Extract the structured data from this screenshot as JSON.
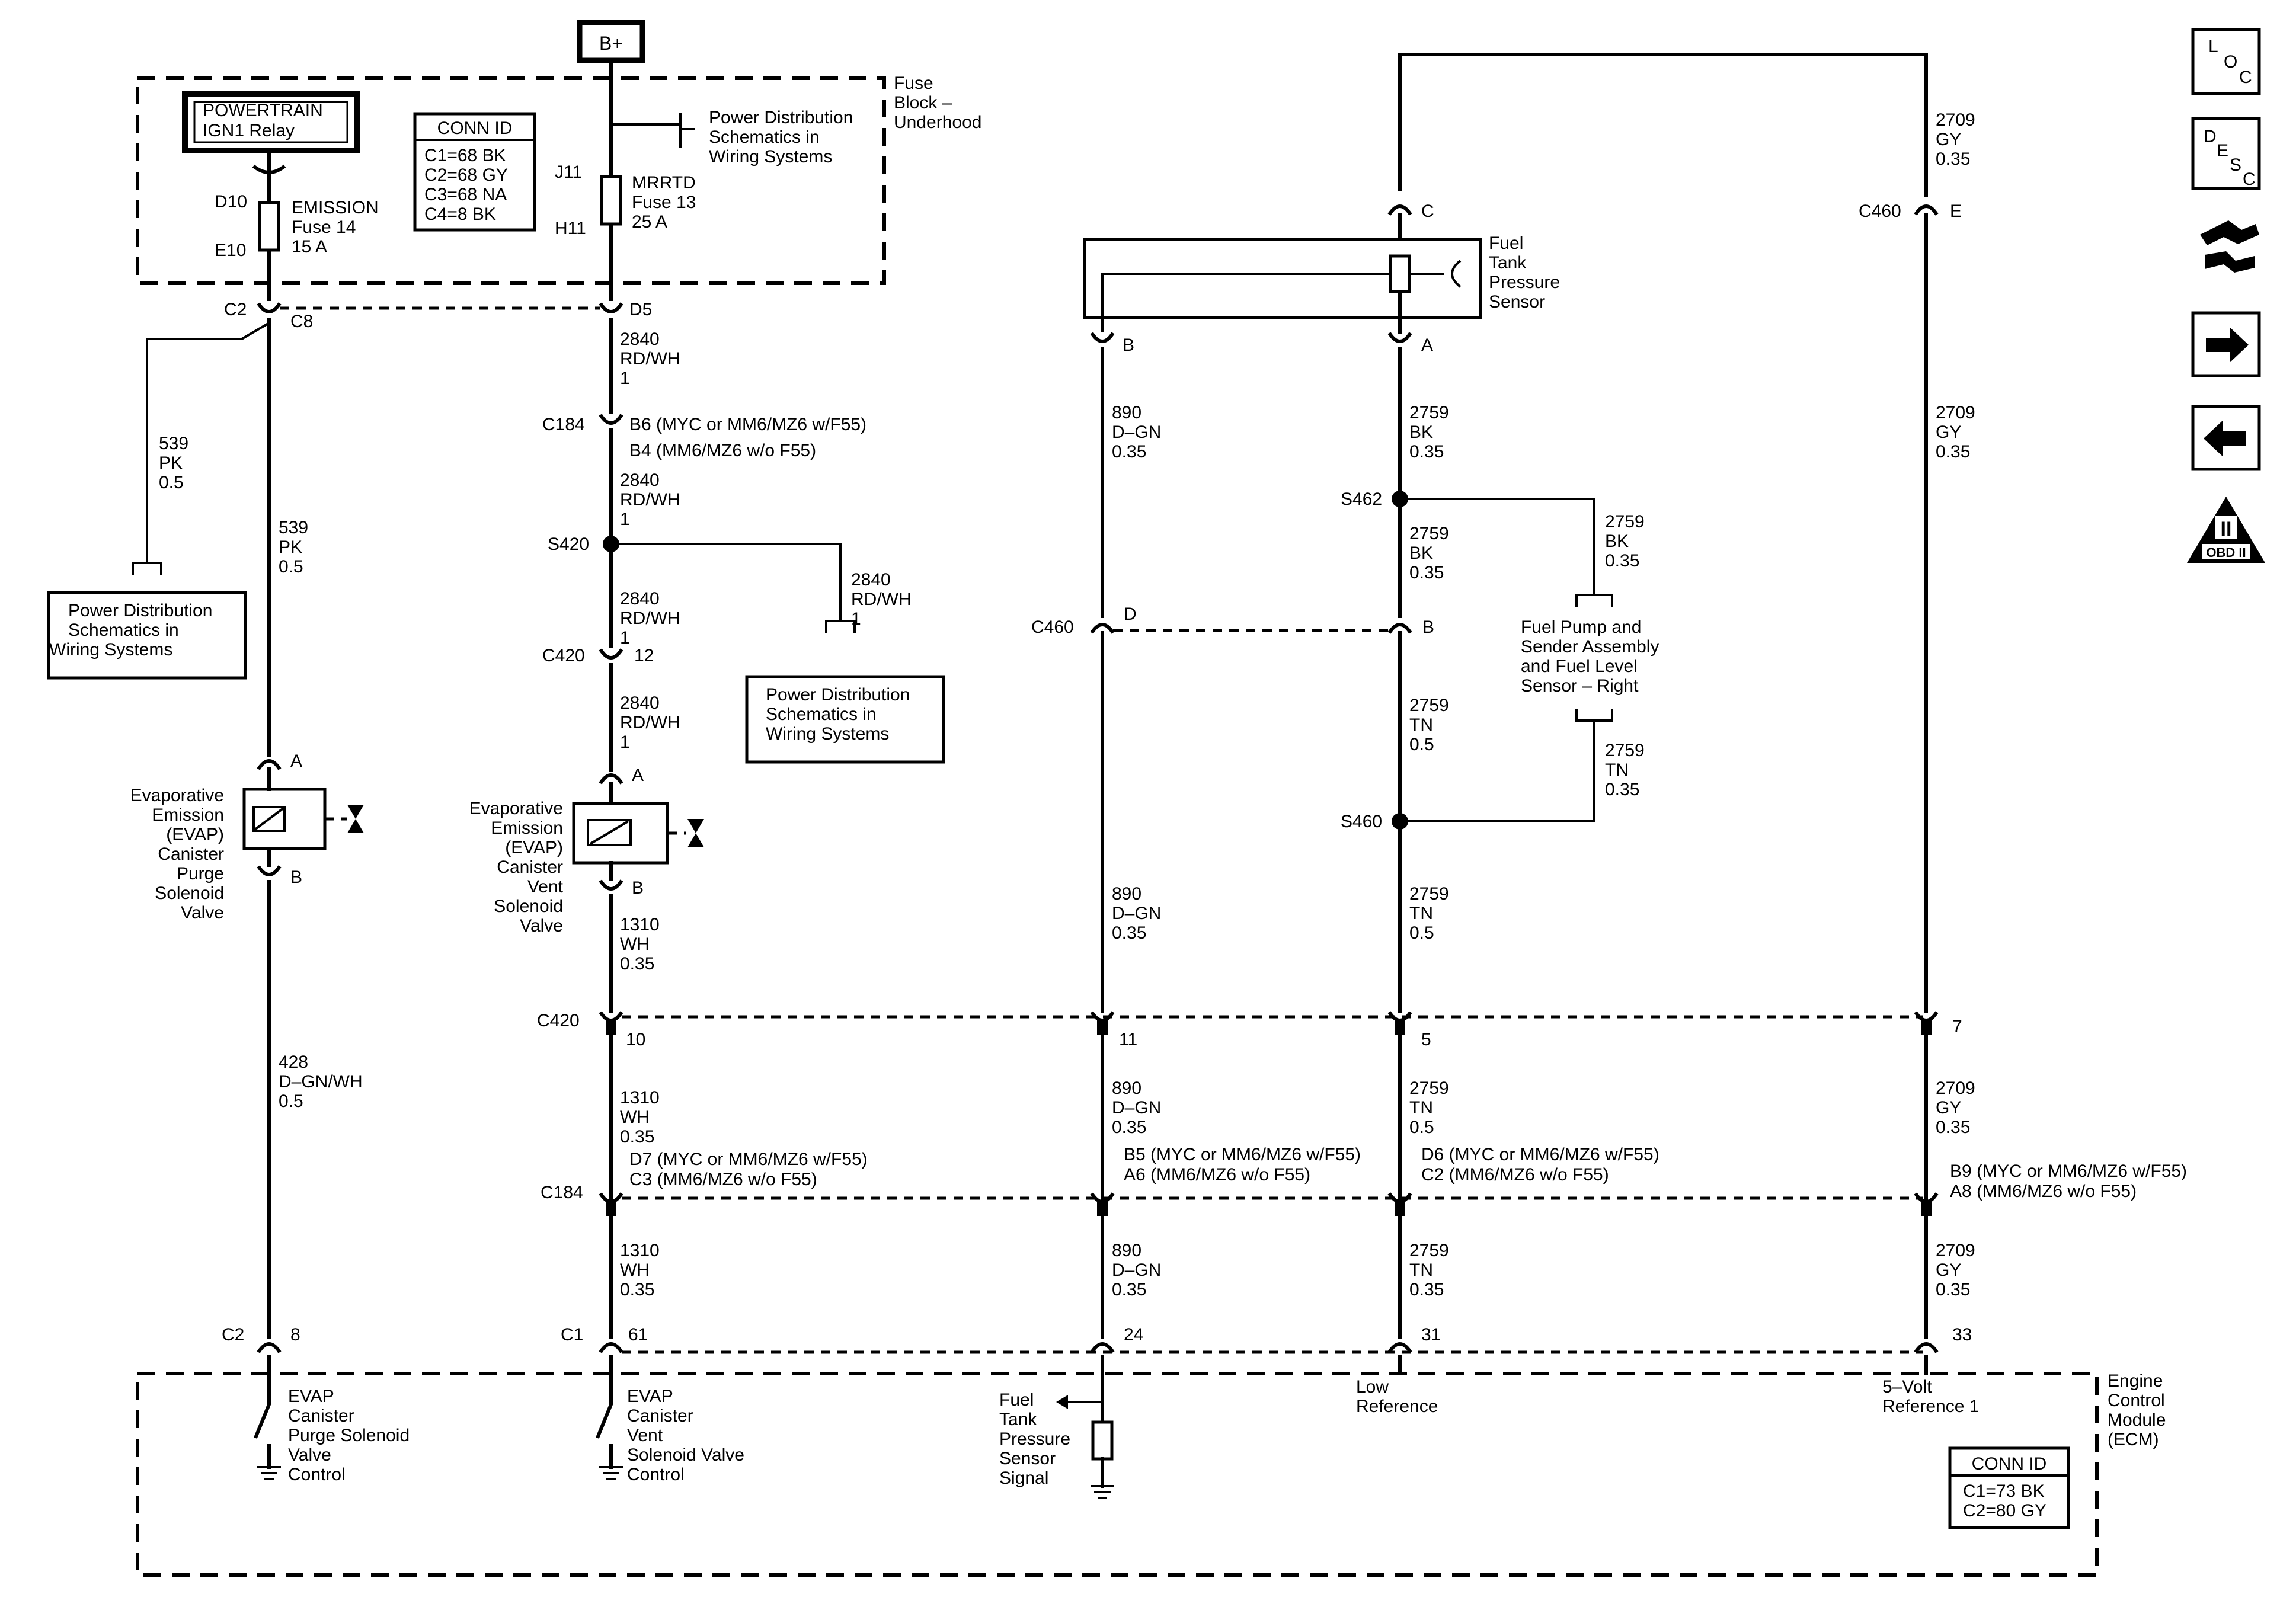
{
  "supply": {
    "bplus": "B+"
  },
  "fuse_block": {
    "label": [
      "Fuse",
      "Block –",
      "Underhood"
    ],
    "relay": [
      "POWERTRAIN",
      "IGN1 Relay"
    ],
    "conn_id_title": "CONN ID",
    "conn_id": [
      "C1=68 BK",
      "C2=68 GY",
      "C3=68 NA",
      "C4=8 BK"
    ],
    "fuse14": {
      "top": "D10",
      "bottom": "E10",
      "name": [
        "EMISSION",
        "Fuse 14",
        "15 A"
      ]
    },
    "fuse13": {
      "top": "J11",
      "bottom": "H11",
      "name": [
        "MRRTD",
        "Fuse 13",
        "25 A"
      ]
    },
    "pds_ref": [
      "Power Distribution",
      "Schematics in",
      "Wiring Systems"
    ],
    "c2": "C2",
    "c8": "C8",
    "d5": "D5"
  },
  "left_branch": {
    "wire539a": [
      "539",
      "PK",
      "0.5"
    ],
    "wire539b": [
      "539",
      "PK",
      "0.5"
    ],
    "pds_box": [
      "Power Distribution",
      "Schematics in",
      "Wiring Systems"
    ],
    "purge_valve": [
      "Evaporative",
      "Emission",
      "(EVAP)",
      "Canister",
      "Purge",
      "Solenoid",
      "Valve"
    ],
    "pin_a": "A",
    "pin_b": "B",
    "wire428": [
      "428",
      "D–GN/WH",
      "0.5"
    ],
    "c2_bottom": "C2",
    "pin8": "8"
  },
  "vent_branch": {
    "wire2840a": [
      "2840",
      "RD/WH",
      "1"
    ],
    "c184": "C184",
    "c184_b6": "B6 (MYC or MM6/MZ6 w/F55)",
    "c184_b4": "B4 (MM6/MZ6 w/o F55)",
    "wire2840b": [
      "2840",
      "RD/WH",
      "1"
    ],
    "s420": "S420",
    "wire2840c": [
      "2840",
      "RD/WH",
      "1"
    ],
    "wire2840d": [
      "2840",
      "RD/WH",
      "1"
    ],
    "pds_box": [
      "Power Distribution",
      "Schematics in",
      "Wiring Systems"
    ],
    "c420": "C420",
    "pin12": "12",
    "wire2840e": [
      "2840",
      "RD/WH",
      "1"
    ],
    "vent_valve": [
      "Evaporative",
      "Emission",
      "(EVAP)",
      "Canister",
      "Vent",
      "Solenoid",
      "Valve"
    ],
    "pin_a": "A",
    "pin_b": "B",
    "wire1310a": [
      "1310",
      "WH",
      "0.35"
    ],
    "c420b": "C420",
    "pin10": "10",
    "wire1310b": [
      "1310",
      "WH",
      "0.35"
    ],
    "c184b": "C184",
    "d7": "D7 (MYC or MM6/MZ6 w/F55)",
    "c3": "C3 (MM6/MZ6 w/o F55)",
    "wire1310c": [
      "1310",
      "WH",
      "0.35"
    ],
    "c1": "C1",
    "pin61": "61"
  },
  "sensor_section": {
    "sensor_label": [
      "Fuel",
      "Tank",
      "Pressure",
      "Sensor"
    ],
    "pin_c": "C",
    "pin_b": "B",
    "pin_a": "A",
    "wire890a": [
      "890",
      "D–GN",
      "0.35"
    ],
    "wire2759a": [
      "2759",
      "BK",
      "0.35"
    ],
    "s462": "S462",
    "wire2759b": [
      "2759",
      "BK",
      "0.35"
    ],
    "wire2759c": [
      "2759",
      "BK",
      "0.35"
    ],
    "c460": "C460",
    "pin_d": "D",
    "pin_b2": "B",
    "fuel_pump": [
      "Fuel Pump and",
      "Sender Assembly",
      "and Fuel Level",
      "Sensor – Right"
    ],
    "wire2759d": [
      "2759",
      "TN",
      "0.5"
    ],
    "wire2759e": [
      "2759",
      "TN",
      "0.35"
    ],
    "s460": "S460",
    "wire890b": [
      "890",
      "D–GN",
      "0.35"
    ],
    "wire2759f": [
      "2759",
      "TN",
      "0.5"
    ],
    "pin11": "11",
    "pin5": "5",
    "wire890c": [
      "890",
      "D–GN",
      "0.35"
    ],
    "wire2759g": [
      "2759",
      "TN",
      "0.5"
    ],
    "b5": "B5 (MYC or MM6/MZ6 w/F55)",
    "a6": "A6 (MM6/MZ6 w/o F55)",
    "d6": "D6 (MYC or MM6/MZ6 w/F55)",
    "c2": "C2 (MM6/MZ6 w/o F55)",
    "wire890d": [
      "890",
      "D–GN",
      "0.35"
    ],
    "wire2759h": [
      "2759",
      "TN",
      "0.35"
    ],
    "pin24": "24",
    "pin31": "31"
  },
  "ref_section": {
    "wire2709a": [
      "2709",
      "GY",
      "0.35"
    ],
    "c460": "C460",
    "pin_e": "E",
    "wire2709b": [
      "2709",
      "GY",
      "0.35"
    ],
    "pin7": "7",
    "wire2709c": [
      "2709",
      "GY",
      "0.35"
    ],
    "b9": "B9 (MYC or MM6/MZ6 w/F55)",
    "a8": "A8 (MM6/MZ6 w/o F55)",
    "wire2709d": [
      "2709",
      "GY",
      "0.35"
    ],
    "pin33": "33"
  },
  "ecm": {
    "label": [
      "Engine",
      "Control",
      "Module",
      "(ECM)"
    ],
    "purge_ctrl": [
      "EVAP",
      "Canister",
      "Purge Solenoid",
      "Valve",
      "Control"
    ],
    "vent_ctrl": [
      "EVAP",
      "Canister",
      "Vent",
      "Solenoid Valve",
      "Control"
    ],
    "ftp_signal": [
      "Fuel",
      "Tank",
      "Pressure",
      "Sensor",
      "Signal"
    ],
    "low_ref": [
      "Low",
      "Reference"
    ],
    "five_volt": [
      "5–Volt",
      "Reference 1"
    ],
    "conn_id_title": "CONN ID",
    "conn_id": [
      "C1=73 BK",
      "C2=80 GY"
    ]
  },
  "side_icons": {
    "loc": [
      "L",
      "O",
      "C"
    ],
    "desc": [
      "D",
      "E",
      "S",
      "C"
    ],
    "obd": "OBD II",
    "obd_numeral": "II"
  }
}
